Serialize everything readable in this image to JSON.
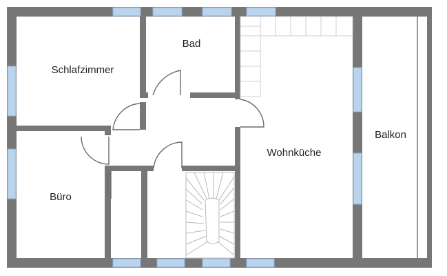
{
  "plan": {
    "rooms": [
      {
        "id": "schlafzimmer",
        "label": "Schlafzimmer"
      },
      {
        "id": "bad",
        "label": "Bad"
      },
      {
        "id": "wohnkueche",
        "label": "Wohnküche"
      },
      {
        "id": "balkon",
        "label": "Balkon"
      },
      {
        "id": "buero",
        "label": "Büro"
      }
    ]
  },
  "colors": {
    "wall": "#777777",
    "window": "#b9d4ec",
    "window_frame": "#8fb1d3",
    "floor": "#ffffff",
    "stair_line": "#b8b8b8",
    "counter": "#cfcfcf",
    "label": "#222222"
  }
}
